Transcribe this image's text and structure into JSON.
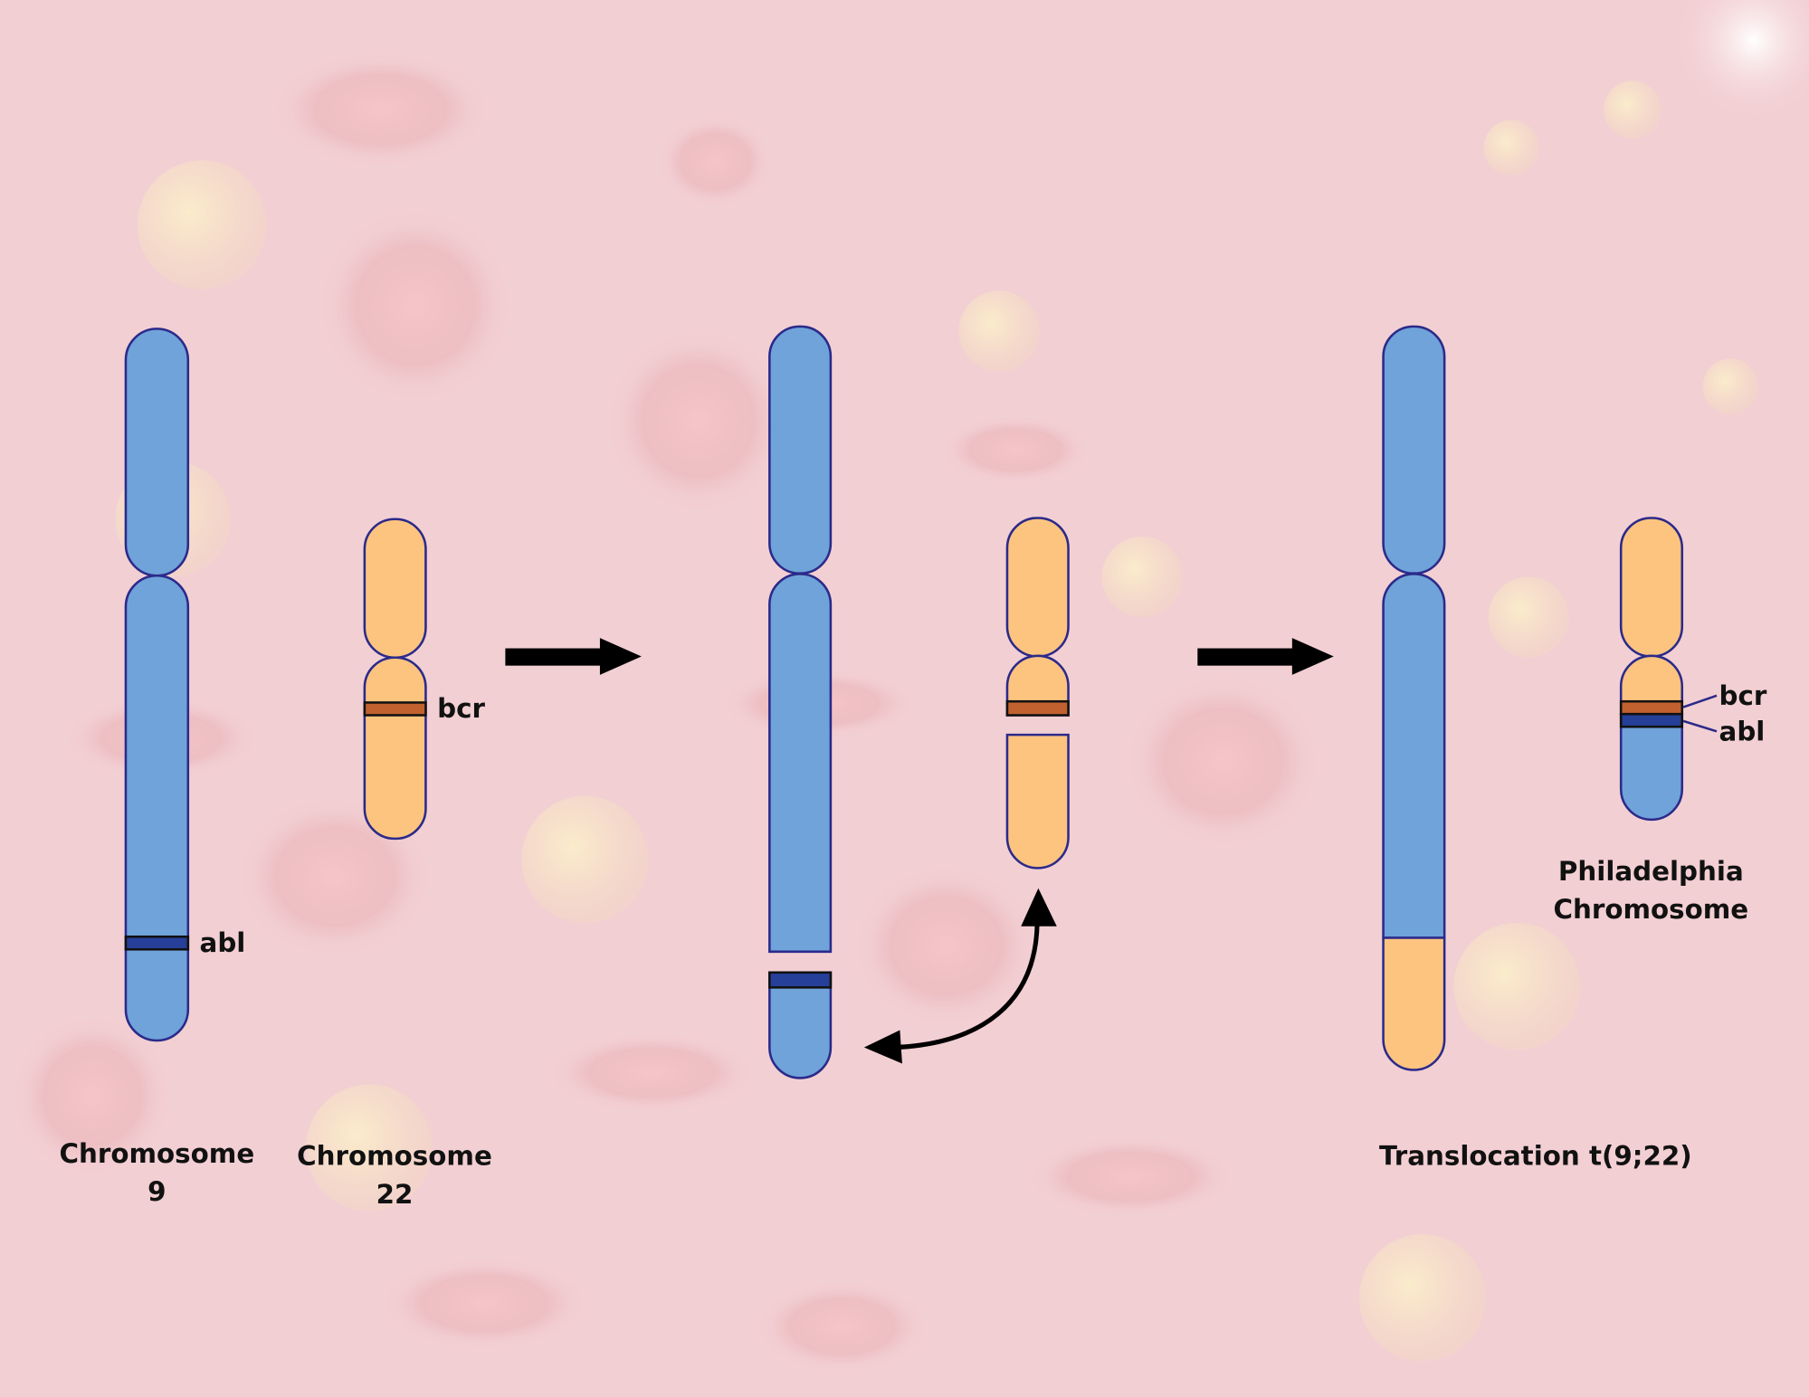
{
  "colors": {
    "background": "#f2cfd3",
    "chromosome9": "#6fa3d9",
    "chromosome22": "#fcc47f",
    "outline": "#2b2a8a",
    "bcr_band": "#c0612f",
    "abl_band": "#263f98",
    "arrow": "#000000"
  },
  "labels": {
    "chr9_line1": "Chromosome",
    "chr9_line2": "9",
    "chr22_line1": "Chromosome",
    "chr22_line2": "22",
    "translocation": "Translocation t(9;22)",
    "philadelphia_line1": "Philadelphia",
    "philadelphia_line2": "Chromosome",
    "abl": "abl",
    "bcr": "bcr",
    "ph_bcr": "bcr",
    "ph_abl": "abl"
  }
}
